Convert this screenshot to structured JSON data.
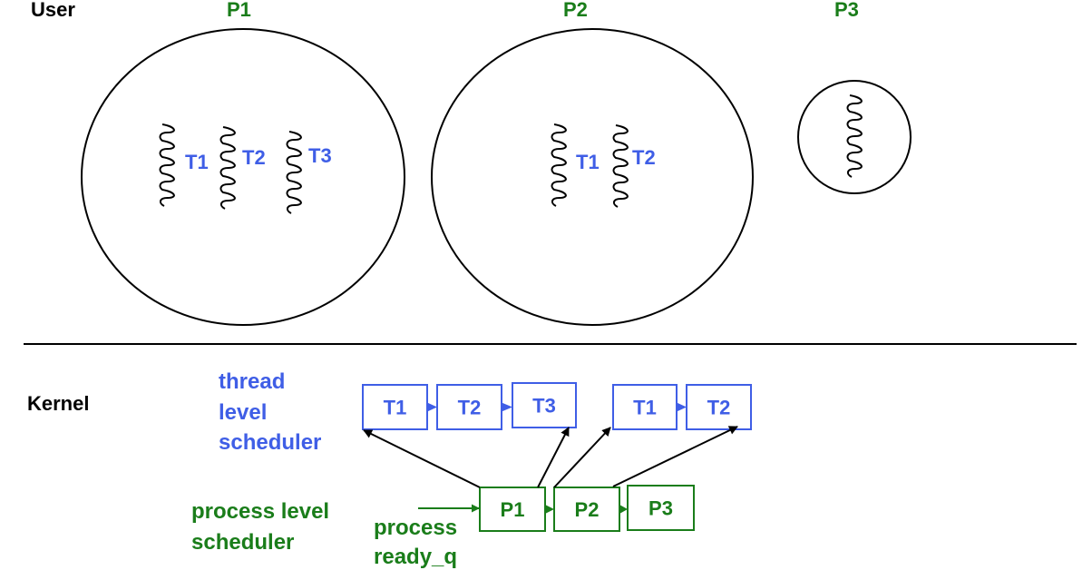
{
  "user_label": "User",
  "kernel_label": "Kernel",
  "processes": [
    {
      "name": "P1",
      "threads": [
        "T1",
        "T2",
        "T3"
      ]
    },
    {
      "name": "P2",
      "threads": [
        "T1",
        "T2"
      ]
    },
    {
      "name": "P3",
      "threads": []
    }
  ],
  "thread_scheduler_label": [
    "thread",
    "level",
    "scheduler"
  ],
  "process_scheduler_label": [
    "process level",
    "scheduler"
  ],
  "ready_q_label": [
    "process",
    "ready_q"
  ],
  "thread_queue": [
    "T1",
    "T2",
    "T3",
    "T1",
    "T2"
  ],
  "process_queue": [
    "P1",
    "P2",
    "P3"
  ],
  "colors": {
    "thread": "#3f5ee6",
    "process": "#1a7d1a"
  }
}
